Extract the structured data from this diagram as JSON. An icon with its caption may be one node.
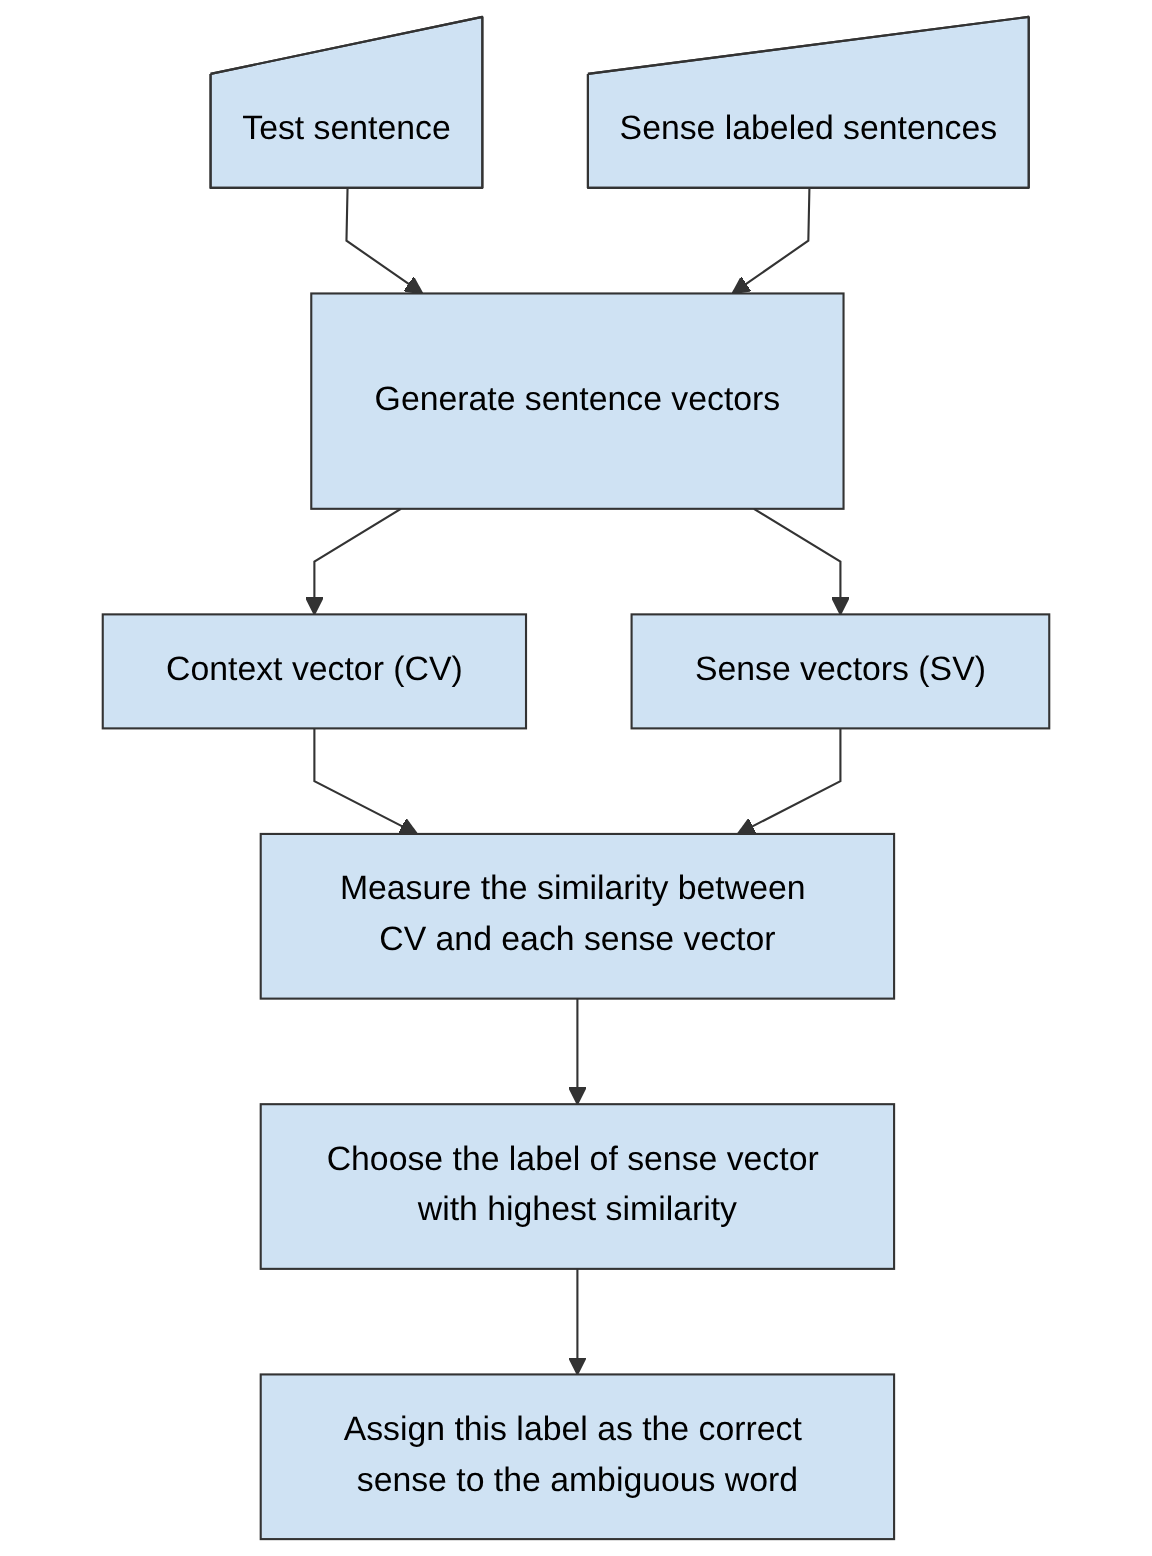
{
  "diagram": {
    "nodes": [
      {
        "text": [
          "Test sentence"
        ]
      },
      {
        "text": [
          "Sense labeled sentences"
        ]
      },
      {
        "text": [
          "Generate sentence vectors"
        ]
      },
      {
        "text": [
          "Context vector (CV)"
        ]
      },
      {
        "text": [
          "Sense vectors (SV)"
        ]
      },
      {
        "text": [
          "Measure the similarity between CV and each sense vector"
        ]
      },
      {
        "text": [
          "Choose the label of sense vector with highest similarity"
        ]
      },
      {
        "text": [
          "Assign this label as the correct sense to the ambiguous word"
        ]
      }
    ],
    "edges": [
      {
        "from": 0,
        "to": 2,
        "arrow": "to"
      },
      {
        "from": 1,
        "to": 2,
        "arrow": "to"
      },
      {
        "from": 2,
        "to": 3,
        "arrow": "to"
      },
      {
        "from": 2,
        "to": 4,
        "arrow": "to"
      },
      {
        "from": 3,
        "to": 5,
        "arrow": "to"
      },
      {
        "from": 4,
        "to": 5,
        "arrow": "to"
      },
      {
        "from": 5,
        "to": 6,
        "arrow": "to"
      },
      {
        "from": 6,
        "to": 7,
        "arrow": "to"
      }
    ]
  }
}
